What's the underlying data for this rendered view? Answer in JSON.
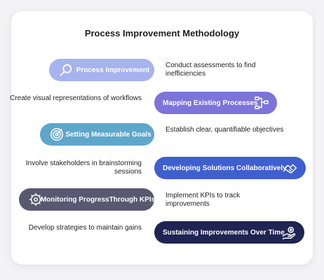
{
  "title": "Process Improvement Methodology",
  "steps": [
    {
      "label": "Process Improvement",
      "description": "Conduct assessments to find inefficiencies",
      "color": "#a7b3ee",
      "icon": "magnifier-icon"
    },
    {
      "label": "Mapping Existing Processes",
      "description": "Create visual representations of workflows",
      "color": "#7c74d9",
      "icon": "workflow-icon"
    },
    {
      "label": "Setting Measurable Goals",
      "description": "Establish clear, quantifiable objectives",
      "color": "#5fa6cb",
      "icon": "target-icon"
    },
    {
      "label": "Developing Solutions Collaboratively",
      "description": "Involve stakeholders in brainstorming sessions",
      "color": "#3f5fcf",
      "icon": "handshake-icon"
    },
    {
      "label": "Monitoring ProgressThrough KPIs",
      "description": "Implement KPIs to track improvements",
      "color": "#5a5770",
      "icon": "gear-chart-icon"
    },
    {
      "label": "Sustaining Improvements Over Time",
      "description": "Develop strategies to maintain gains",
      "color": "#1f2452",
      "icon": "hand-gear-icon"
    }
  ]
}
